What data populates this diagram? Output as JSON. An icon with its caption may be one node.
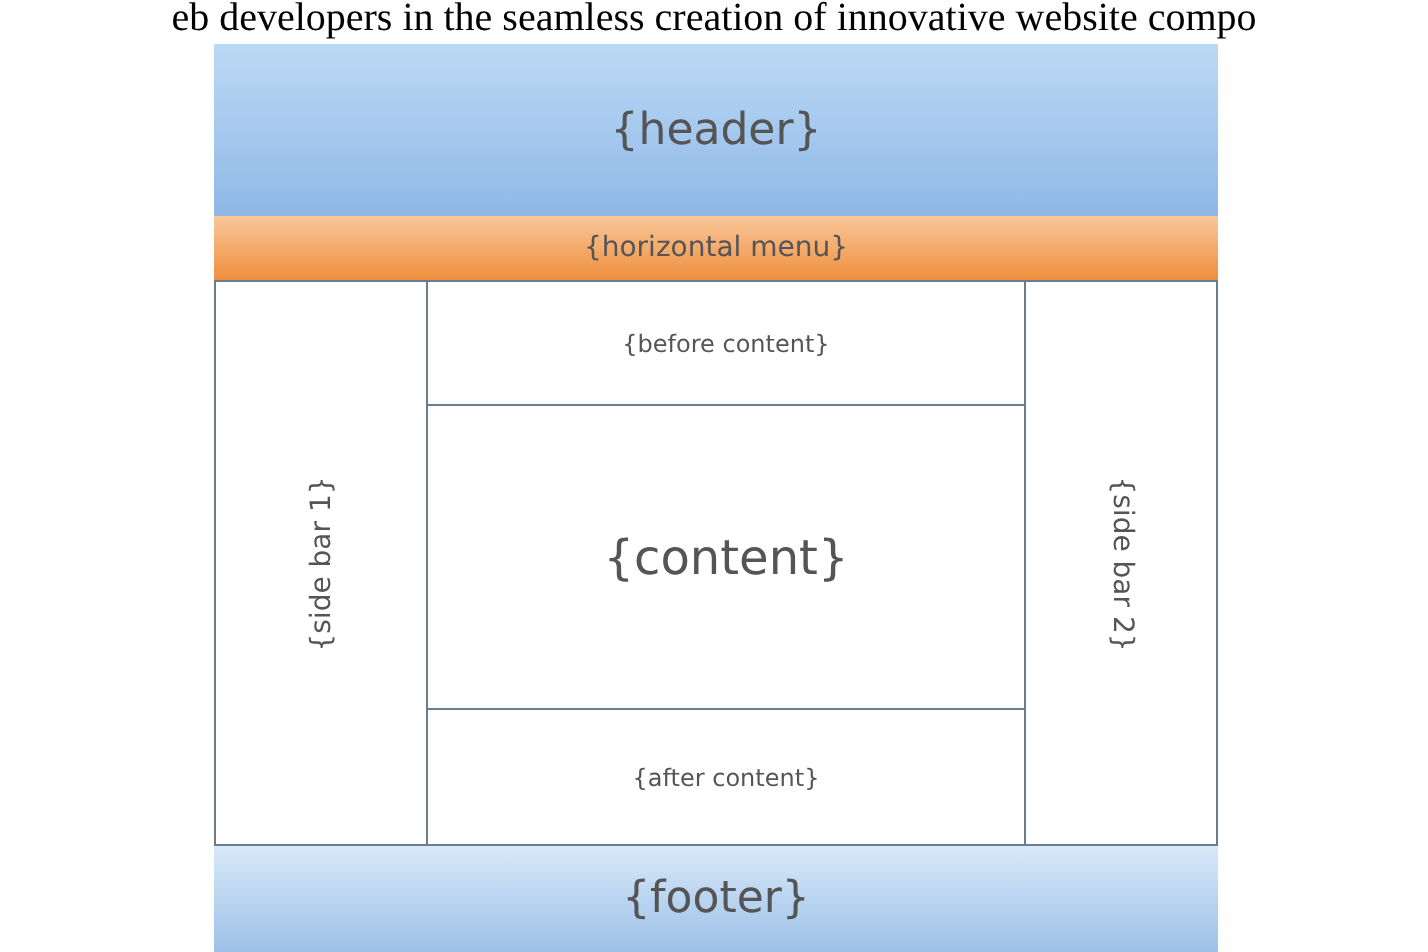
{
  "diagram": {
    "nodes": [
      {
        "text": [
          "{header}"
        ]
      },
      {
        "text": [
          "{horizontal menu}"
        ]
      },
      {
        "text": [
          "{side bar 1}"
        ]
      },
      {
        "text": [
          "{before content}"
        ]
      },
      {
        "text": [
          "{content}"
        ]
      },
      {
        "text": [
          "{after content}"
        ]
      },
      {
        "text": [
          "{side bar 2}"
        ]
      },
      {
        "text": [
          "{footer}"
        ]
      }
    ],
    "edges": [],
    "labels": [
      "eb developers in the seamless creation of innovative website compo"
    ]
  }
}
